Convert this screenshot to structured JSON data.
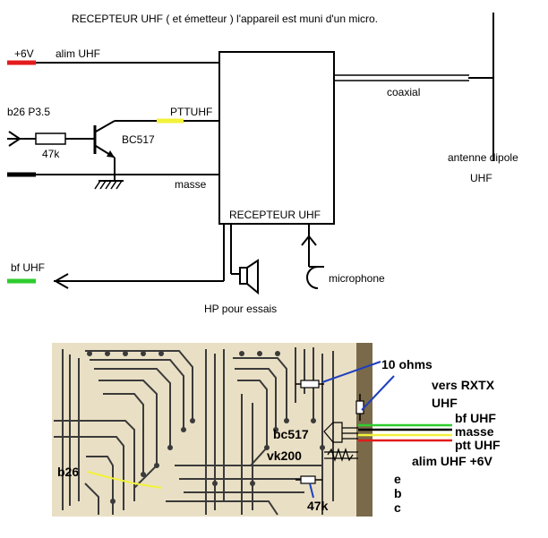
{
  "title": "RECEPTEUR UHF  (  et émetteur )  l'appareil est muni d'un micro.",
  "schematic": {
    "supply_label": "+6V",
    "supply_line_label": "alim UHF",
    "input_label": "b26 P3.5",
    "resistor_value": "47k",
    "transistor_label": "BC517",
    "ptt_label": "PTTUHF",
    "ground_label": "masse",
    "module_label": "RECEPTEUR UHF",
    "coax_label": "coaxial",
    "antenna_label_line1": "antenne dipole",
    "antenna_label_line2": "UHF",
    "output_label": "bf UHF",
    "speaker_label": "HP pour essais",
    "mic_label": "microphone"
  },
  "board": {
    "resistor_label": "10 ohms",
    "dest_label_line1": "vers RXTX",
    "dest_label_line2": "UHF",
    "wires": [
      "bf UHF",
      "masse",
      "ptt UHF",
      "alim UHF +6V"
    ],
    "transistor_label": "bc517",
    "vk_label": "vk200",
    "r47_label": "47k",
    "b26_label": "b26",
    "pins": [
      "e",
      "b",
      "c"
    ]
  },
  "colors": {
    "red": "#e31b1b",
    "green": "#2ecc2e",
    "yellow": "#f2f23a",
    "black": "#000000",
    "board_bg": "#e9dfc4",
    "trace": "#3a3a3a",
    "callout": "#1f3fbf"
  }
}
